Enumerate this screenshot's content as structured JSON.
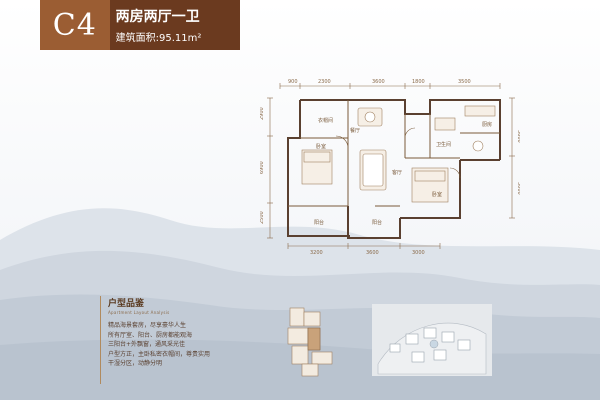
{
  "header": {
    "unit_code": "C4",
    "layout": "两房两厅一卫",
    "area": "建筑面积:95.11m²"
  },
  "floorplan": {
    "top_dims": [
      "900",
      "2300",
      "3600",
      "1800",
      "3500"
    ],
    "bottom_dims": [
      "3200",
      "3600",
      "3000"
    ],
    "left_dims": [
      "2900",
      "6900",
      "2500"
    ],
    "right_dims": [
      "3600",
      "3000"
    ],
    "rooms": {
      "cloakroom": "衣帽间",
      "hall": "餐厅",
      "bedroom_left": "卧室",
      "living": "客厅",
      "kitchen": "厨房",
      "bath": "卫生间",
      "bedroom_right": "卧室",
      "balcony_left": "阳台",
      "balcony_mid": "阳台"
    }
  },
  "info": {
    "title": "户型品鉴",
    "subtitle": "Apartment Layout Analysis",
    "desc": "精品海景套房，尽享豪华人生\n所有厅室、阳台、厨房都能观海\n三阳台+外飘窗，通风采光佳\n户型方正，主卧私密衣帽间，尊贵实用\n干湿分区，动静分明"
  },
  "colors": {
    "brand_dark": "#6b3a1f",
    "brand_light": "#9b5d33",
    "line": "#8a6a4a"
  }
}
